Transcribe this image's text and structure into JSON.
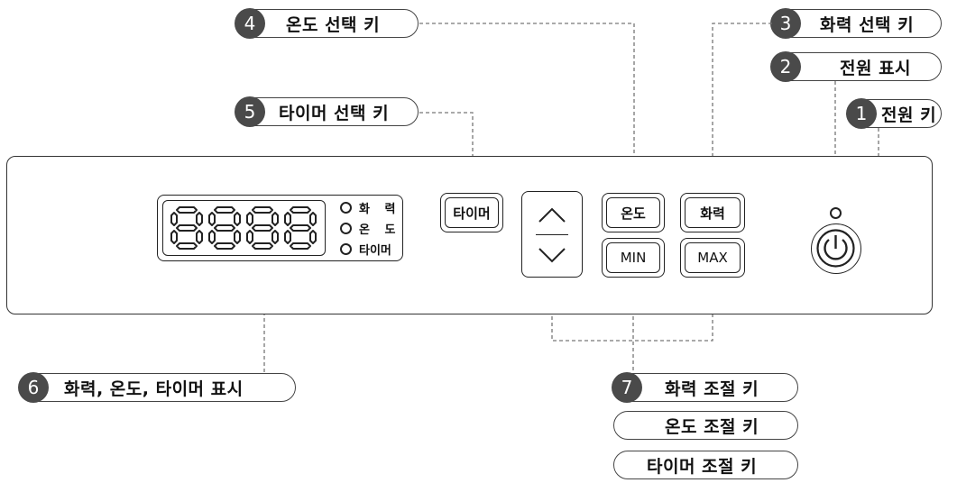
{
  "callouts": {
    "c1": {
      "num": "1",
      "label": "전원 키"
    },
    "c2": {
      "num": "2",
      "label": "전원 표시"
    },
    "c3": {
      "num": "3",
      "label": "화력 선택 키"
    },
    "c4": {
      "num": "4",
      "label": "온도 선택 키"
    },
    "c5": {
      "num": "5",
      "label": "타이머 선택 키"
    },
    "c6": {
      "num": "6",
      "label": "화력, 온도, 타이머 표시"
    },
    "c7": {
      "num": "7",
      "labels": [
        "화력 조절 키",
        "온도 조절 키",
        "타이머 조절 키"
      ]
    }
  },
  "display": {
    "digits": "8888",
    "indicators": [
      "화 력",
      "온 도",
      "타이머"
    ]
  },
  "keys": {
    "timer": "타이머",
    "temp": "온도",
    "power_level": "화력",
    "min": "MIN",
    "max": "MAX"
  },
  "icons": {
    "up": "chevron-up-icon",
    "down": "chevron-down-icon",
    "power": "power-icon"
  }
}
